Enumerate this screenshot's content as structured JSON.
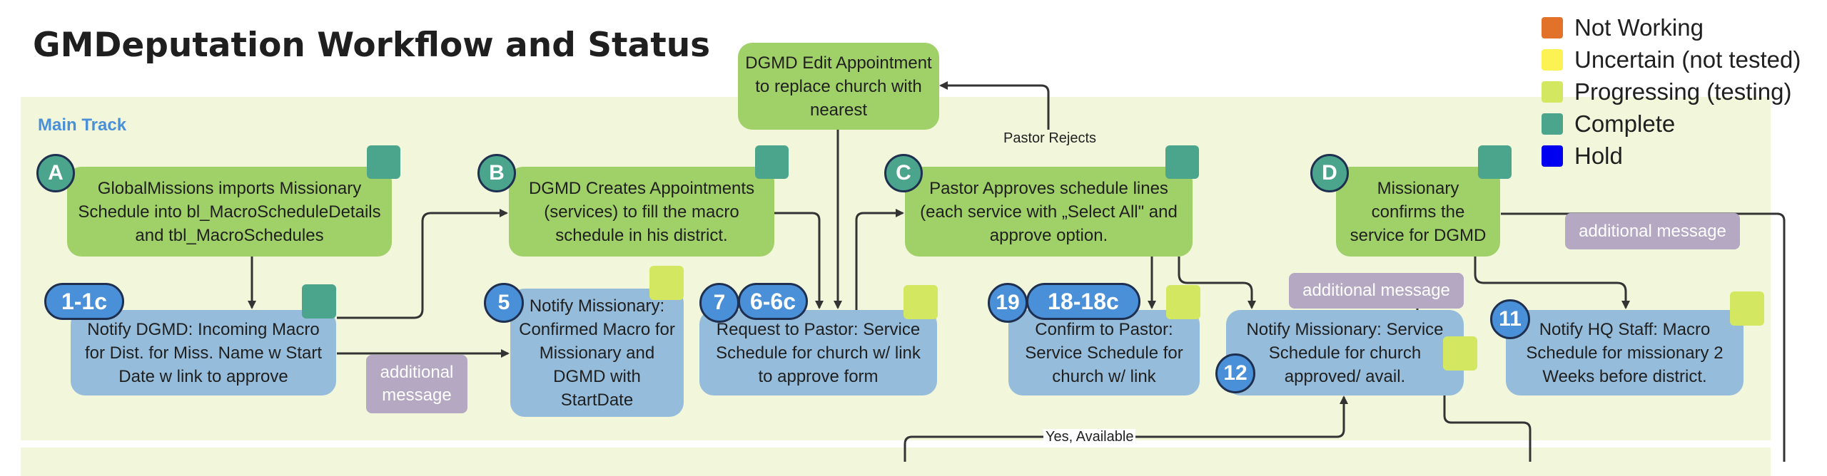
{
  "title": "GMDeputation Workflow and Status",
  "lane": {
    "title": "Main Track"
  },
  "legend": [
    {
      "label": "Not Working",
      "color": "#e2722a"
    },
    {
      "label": "Uncertain (not tested)",
      "color": "#fdf254"
    },
    {
      "label": "Progressing (testing)",
      "color": "#d3e860"
    },
    {
      "label": "Complete",
      "color": "#4aa58c"
    },
    {
      "label": "Hold",
      "color": "#0000f0"
    }
  ],
  "nodes": {
    "a": {
      "letter": "A",
      "text": "GlobalMissions imports Missionary Schedule into bl_MacroScheduleDetails and tbl_MacroSchedules",
      "status": "Complete"
    },
    "b": {
      "letter": "B",
      "text": "DGMD Creates Appointments (services) to fill the macro schedule in his district.",
      "status": "Complete"
    },
    "c": {
      "letter": "C",
      "text": "Pastor Approves schedule lines (each service with „Select All\" and approve option.",
      "status": "Complete"
    },
    "d": {
      "letter": "D",
      "text": "Missionary confirms the service for DGMD",
      "status": "Complete"
    },
    "edit": {
      "text": "DGMD Edit Appointment to replace church with nearest"
    },
    "n1": {
      "id": "1-1c",
      "text": "Notify DGMD: Incoming Macro for Dist. for Miss. Name w Start Date w link to approve",
      "status": "Complete"
    },
    "n5": {
      "id": "5",
      "text": "Notify Missionary: Confirmed Macro for Missionary and DGMD with StartDate",
      "status": "Progressing (testing)"
    },
    "n7": {
      "id": "7",
      "id2": "6-6c",
      "text": "Request to Pastor: Service Schedule for church w/ link to approve form",
      "status": "Progressing (testing)"
    },
    "n19": {
      "id": "19",
      "id2": "18-18c",
      "text": "Confirm to Pastor: Service Schedule for church w/ link",
      "status": "Progressing (testing)"
    },
    "n12": {
      "id": "12",
      "text": "Notify Missionary: Service Schedule for church approved/ avail.",
      "status": "Progressing (testing)"
    },
    "n11": {
      "id": "11",
      "text": "Notify HQ Staff: Macro Schedule for missionary 2 Weeks before district.",
      "status": "Progressing (testing)"
    }
  },
  "messages": {
    "m1": "additional message",
    "m2": "additional message",
    "m3": "additional message"
  },
  "edge_labels": {
    "pastor_rejects": "Pastor Rejects",
    "yes_available": "Yes, Available"
  }
}
